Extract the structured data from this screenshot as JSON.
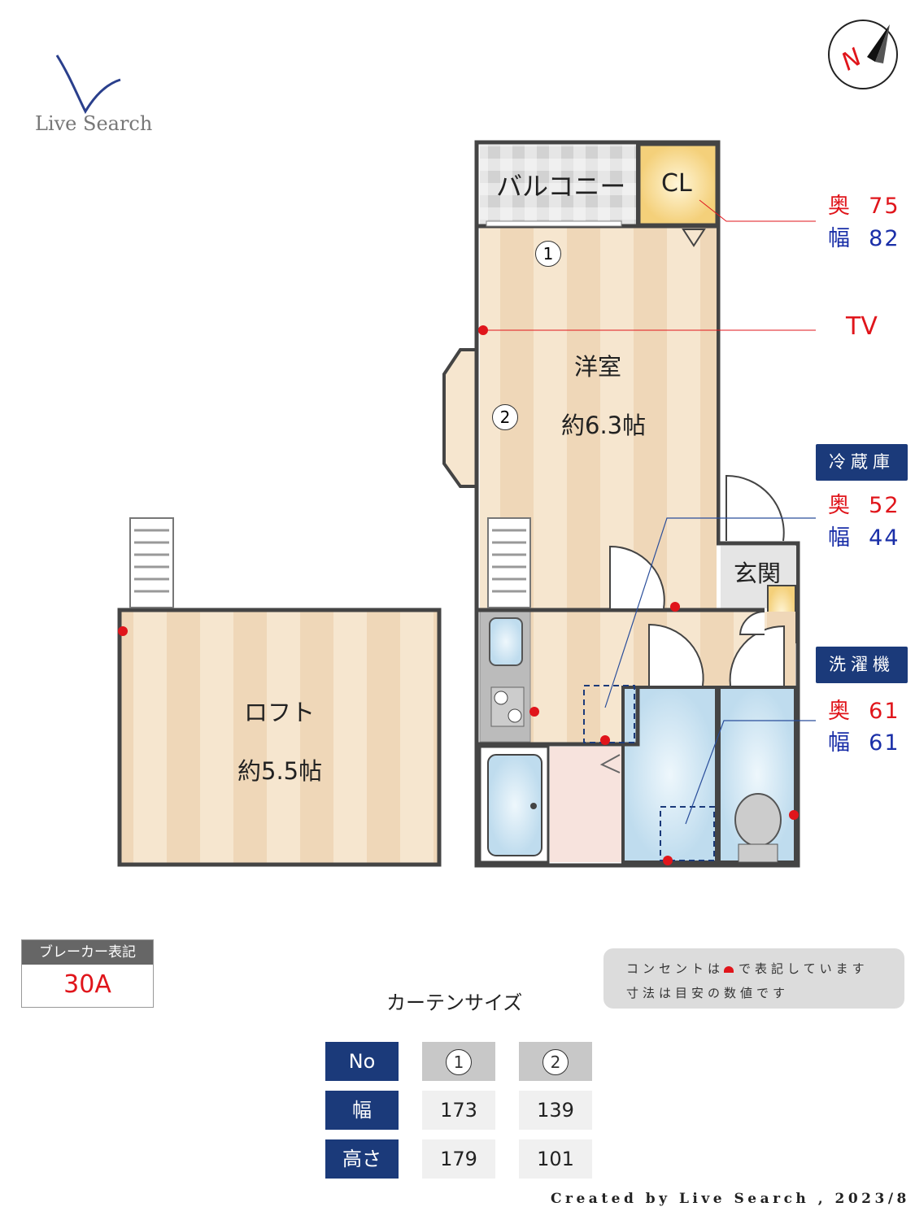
{
  "logo": {
    "text": "Live Search"
  },
  "compass": {
    "label": "N",
    "icon": "north-arrow-icon"
  },
  "rooms": {
    "balcony": "バルコニー",
    "closet": "CL",
    "western_room": {
      "name": "洋室",
      "size": "約6.3帖"
    },
    "entrance": "玄関",
    "loft": {
      "name": "ロフト",
      "size": "約5.5帖"
    },
    "window_1": "1",
    "window_2": "2"
  },
  "annotations": {
    "closet": {
      "depth_label": "奥",
      "depth": "75",
      "width_label": "幅",
      "width": "82"
    },
    "tv": "TV",
    "fridge": {
      "title": "冷蔵庫",
      "depth_label": "奥",
      "depth": "52",
      "width_label": "幅",
      "width": "44"
    },
    "washer": {
      "title": "洗濯機",
      "depth_label": "奥",
      "depth": "61",
      "width_label": "幅",
      "width": "61"
    }
  },
  "breaker": {
    "label": "ブレーカー表記",
    "value": "30A"
  },
  "notes": {
    "line1_before": "コンセントは",
    "line1_after": "で表記しています",
    "line2": "寸法は目安の数値です"
  },
  "curtain": {
    "title": "カーテンサイズ",
    "headers": [
      "No",
      "1",
      "2"
    ],
    "rows": [
      {
        "label": "幅",
        "values": [
          "173",
          "139"
        ]
      },
      {
        "label": "高さ",
        "values": [
          "179",
          "101"
        ]
      }
    ]
  },
  "footer": "Created by Live Search , 2023/8",
  "colors": {
    "outlet": "#e0151b",
    "navy": "#1b3a7a",
    "wall": "#444444",
    "floor": "#f3dcc0",
    "wet_area": "#cfe6f3"
  }
}
